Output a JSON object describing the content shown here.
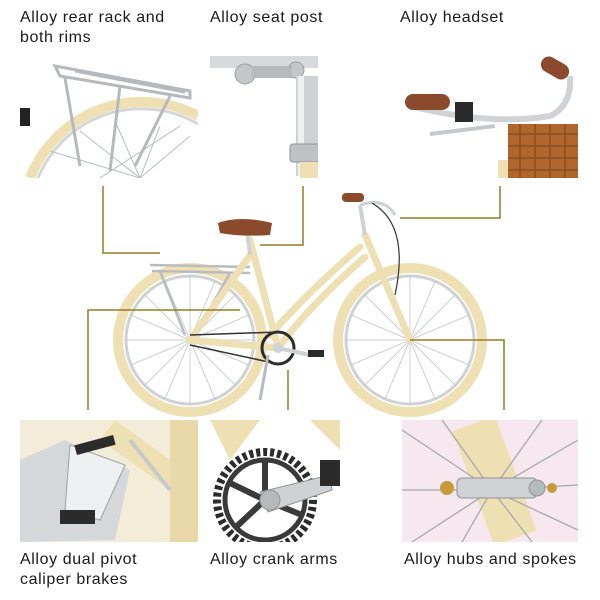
{
  "features": {
    "rear_rack": "Alloy rear rack and\nboth rims",
    "seat_post": "Alloy seat post",
    "headset": "Alloy headset",
    "brakes": "Alloy dual pivot\ncaliper brakes",
    "crank": "Alloy crank arms",
    "hubs": "Alloy hubs and spokes"
  },
  "colors": {
    "frame": "#efe0b4",
    "leader_line": "#9a7a25",
    "saddle": "#8b4a2b",
    "chrome": "#c9cccf",
    "basket": "#b0662c"
  }
}
